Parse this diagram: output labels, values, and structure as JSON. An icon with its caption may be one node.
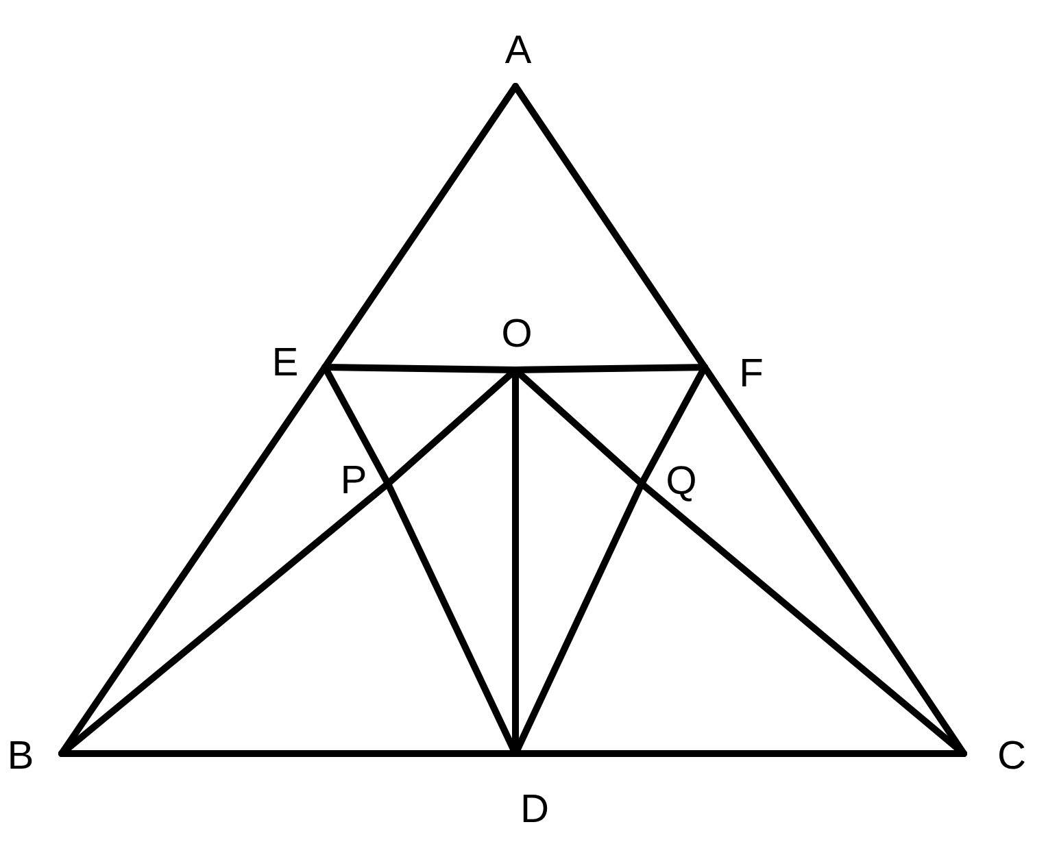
{
  "diagram": {
    "nodes": [
      {
        "text": [
          "A"
        ]
      },
      {
        "text": [
          "E"
        ]
      },
      {
        "text": [
          "O"
        ]
      },
      {
        "text": [
          "F"
        ]
      },
      {
        "text": [
          "P"
        ]
      },
      {
        "text": [
          "Q"
        ]
      },
      {
        "text": [
          "B"
        ]
      },
      {
        "text": [
          "D"
        ]
      },
      {
        "text": [
          "C"
        ]
      }
    ],
    "edges": [
      {
        "from": 0,
        "to": 1,
        "arrow": "none"
      },
      {
        "from": 1,
        "to": 6,
        "arrow": "none"
      },
      {
        "from": 0,
        "to": 3,
        "arrow": "none"
      },
      {
        "from": 3,
        "to": 8,
        "arrow": "none"
      },
      {
        "from": 6,
        "to": 7,
        "arrow": "none"
      },
      {
        "from": 7,
        "to": 8,
        "arrow": "none"
      },
      {
        "from": 1,
        "to": 2,
        "arrow": "none"
      },
      {
        "from": 2,
        "to": 3,
        "arrow": "none"
      },
      {
        "from": 1,
        "to": 4,
        "arrow": "none"
      },
      {
        "from": 4,
        "to": 7,
        "arrow": "none"
      },
      {
        "from": 3,
        "to": 5,
        "arrow": "none"
      },
      {
        "from": 5,
        "to": 7,
        "arrow": "none"
      },
      {
        "from": 6,
        "to": 4,
        "arrow": "none"
      },
      {
        "from": 4,
        "to": 2,
        "arrow": "none"
      },
      {
        "from": 8,
        "to": 5,
        "arrow": "none"
      },
      {
        "from": 5,
        "to": 2,
        "arrow": "none"
      },
      {
        "from": 2,
        "to": 7,
        "arrow": "none"
      }
    ]
  }
}
